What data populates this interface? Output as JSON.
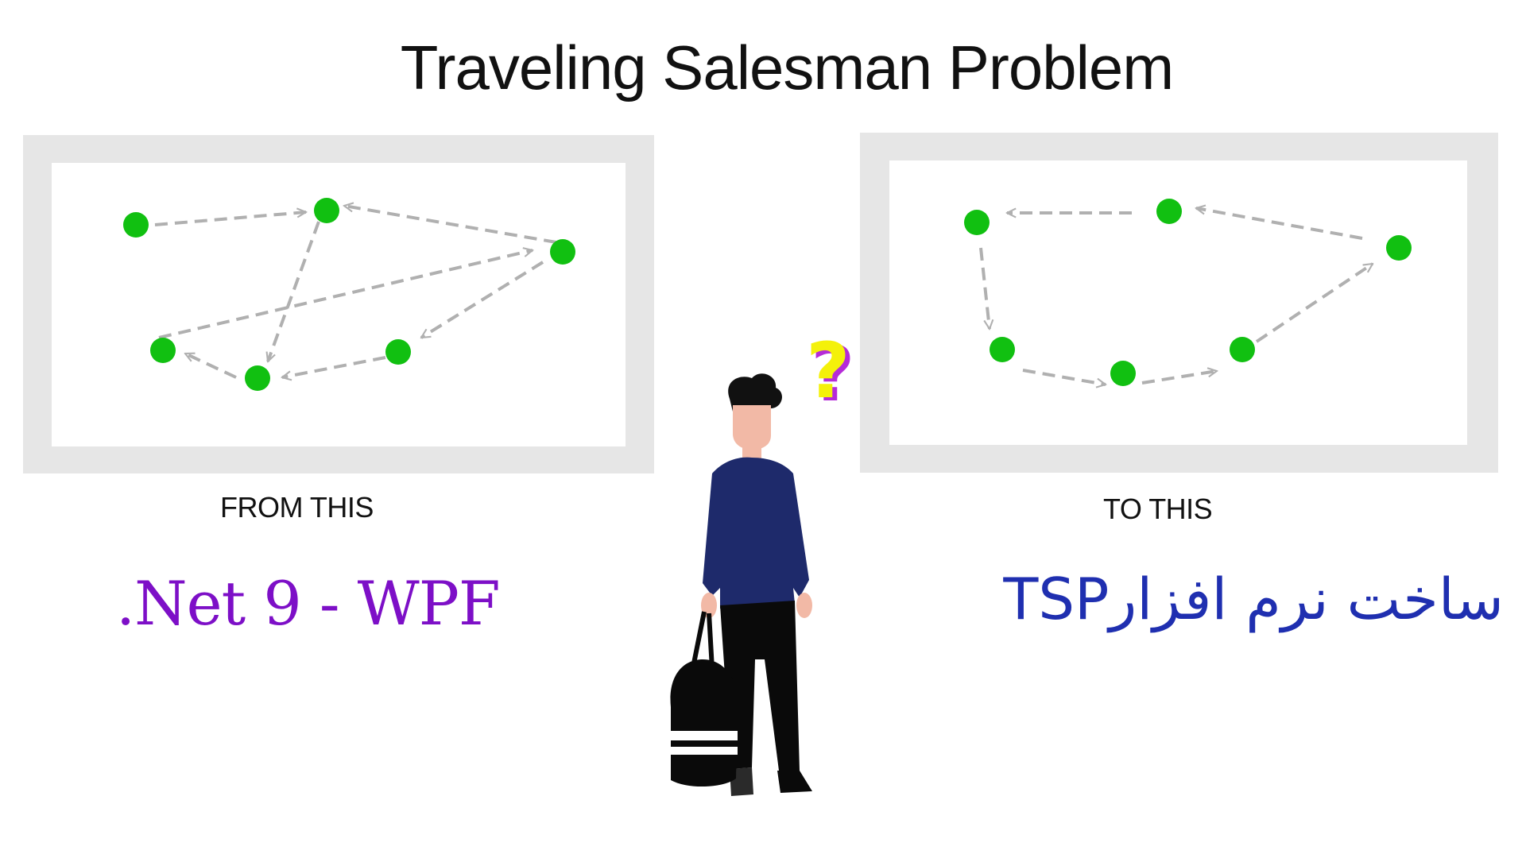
{
  "title": "Traveling Salesman Problem",
  "left_panel": {
    "caption": "FROM THIS"
  },
  "right_panel": {
    "caption": "TO THIS"
  },
  "tech_label": ".Net 9 - WPF",
  "persian_label": "ساخت نرم افزارTSP",
  "colors": {
    "node": "#11c011",
    "edge": "#b0b0b0",
    "frame": "#e6e6e6",
    "tech_text": "#7d0fc7",
    "persian_text": "#1f2fb0",
    "question_mark": "#f4f10a",
    "question_shadow": "#b52bd8",
    "shirt": "#1e2a6b"
  },
  "icons": {
    "person": "person-with-bag-icon",
    "question": "question-mark-icon"
  }
}
